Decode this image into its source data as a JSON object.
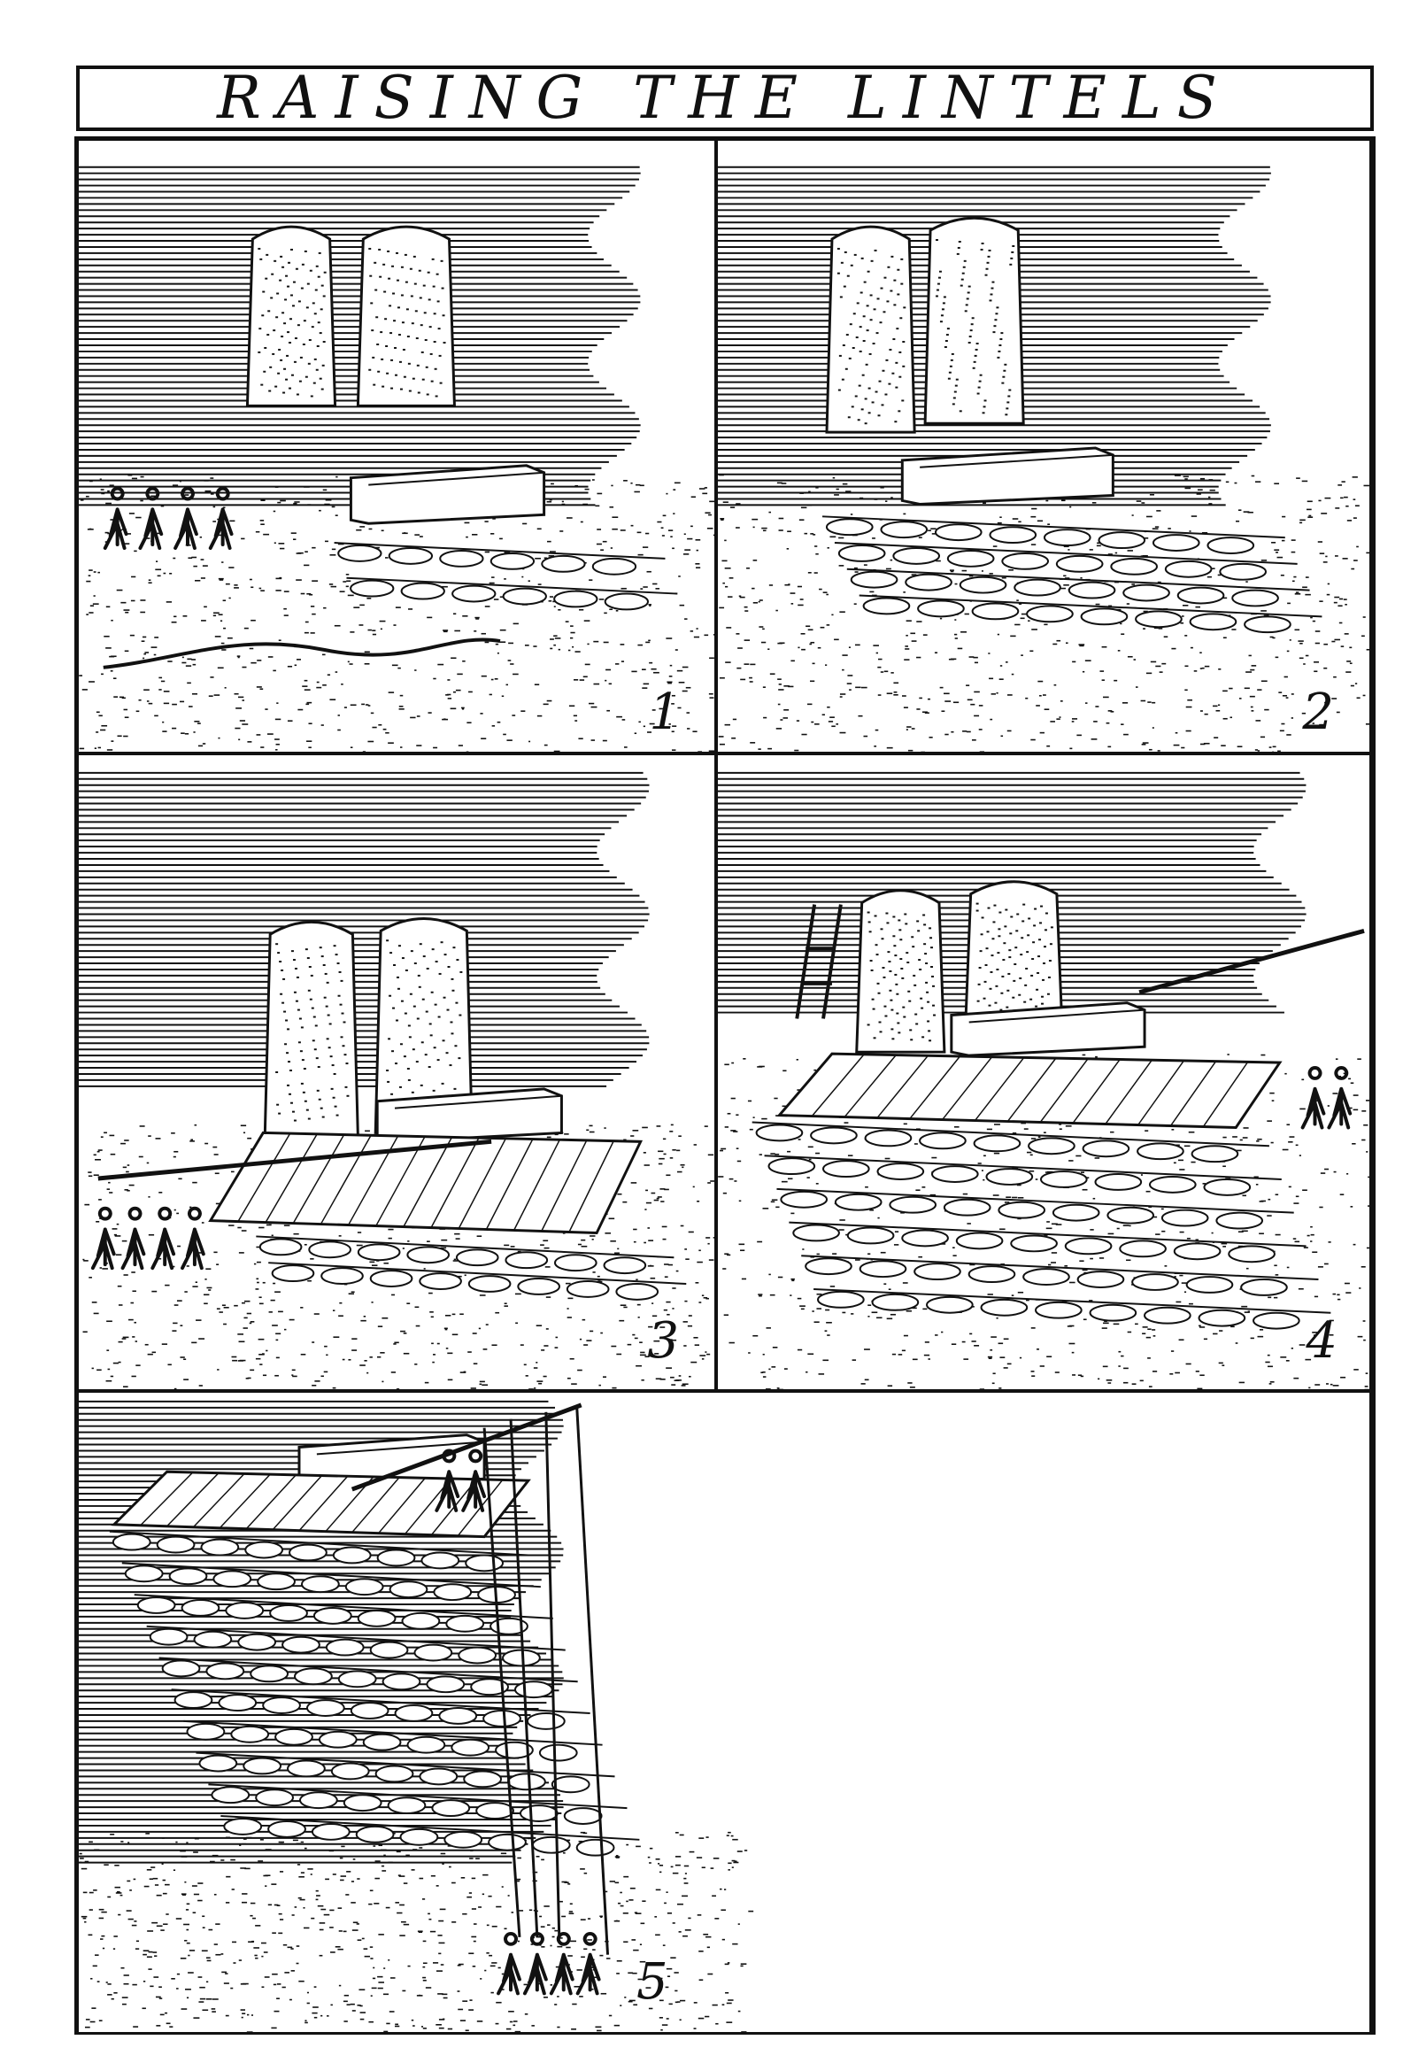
{
  "title": "RAISING THE LINTELS",
  "panels": [
    {
      "number": "1"
    },
    {
      "number": "2"
    },
    {
      "number": "3"
    },
    {
      "number": "4"
    },
    {
      "number": "5"
    }
  ],
  "colors": {
    "ink": "#111111",
    "paper": "#ffffff"
  }
}
